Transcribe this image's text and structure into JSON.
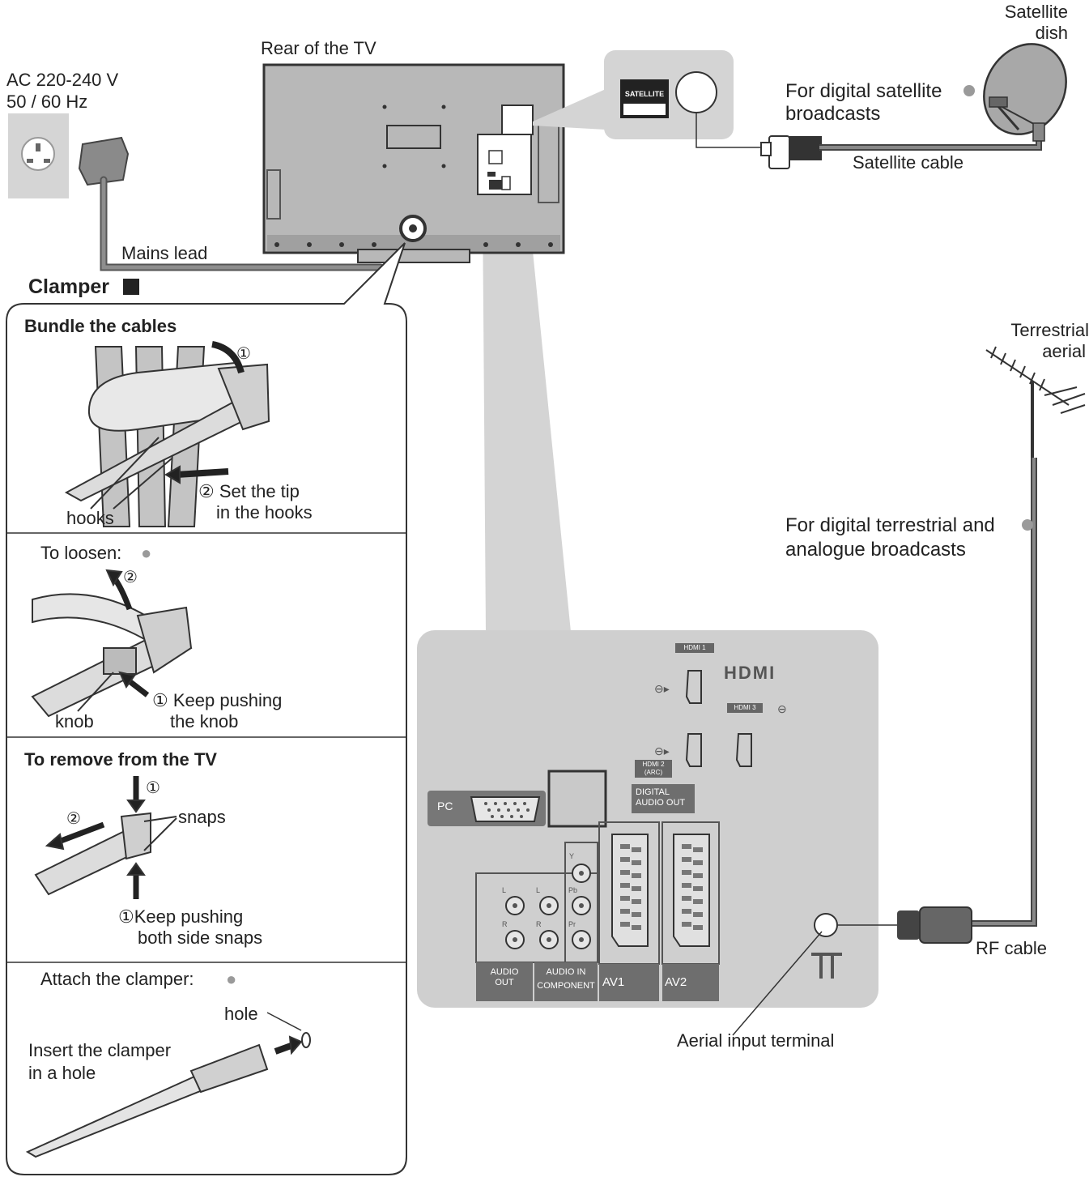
{
  "labels": {
    "rear_of_tv": "Rear of the TV",
    "ac_voltage": "AC 220-240 V",
    "ac_freq": "50 / 60 Hz",
    "mains_lead": "Mains lead",
    "clamper": "Clamper",
    "satellite_dish_1": "Satellite",
    "satellite_dish_2": "dish",
    "for_digital_satellite_1": "For digital satellite",
    "for_digital_satellite_2": "broadcasts",
    "satellite_cable": "Satellite cable",
    "terrestrial_aerial_1": "Terrestrial",
    "terrestrial_aerial_2": "aerial",
    "digital_terrestrial_1": "For digital terrestrial and",
    "digital_terrestrial_2": "analogue broadcasts",
    "rf_cable": "RF cable",
    "aerial_input_terminal": "Aerial input terminal",
    "satellite_badge": "SATELLITE"
  },
  "clamper_panel": {
    "bundle": {
      "title": "Bundle the cables",
      "step1": "①",
      "step2_a": "② Set the tip",
      "step2_b": "in the hooks",
      "hooks": "hooks"
    },
    "loosen": {
      "title": "To loosen:",
      "step2": "②",
      "step1_a": "① Keep pushing",
      "step1_b": "the knob",
      "knob": "knob"
    },
    "remove": {
      "title": "To remove from the TV",
      "step1": "①",
      "step2": "②",
      "snaps": "snaps",
      "push_a": "①Keep pushing",
      "push_b": "both side snaps"
    },
    "attach": {
      "title": "Attach the clamper:",
      "hole": "hole",
      "insert_a": "Insert the clamper",
      "insert_b": "in a hole"
    }
  },
  "panel": {
    "hdmi1": "HDMI 1",
    "hdmi_logo": "HDMI",
    "hdmi3": "HDMI 3",
    "hdmi2_a": "HDMI 2",
    "hdmi2_b": "(ARC)",
    "pc": "PC",
    "digital_audio_a": "DIGITAL",
    "digital_audio_b": "AUDIO OUT",
    "audio_out_a": "AUDIO",
    "audio_out_b": "OUT",
    "audio_in": "AUDIO IN",
    "component": "COMPONENT",
    "av1": "AV1",
    "av2": "AV2",
    "l": "L",
    "r": "R",
    "y": "Y",
    "pb": "Pb",
    "pr": "Pr"
  },
  "colors": {
    "panel_gray": "#cfcfcf",
    "dark_gray": "#7a7a7a",
    "cable": "#6e6e6e",
    "bullet": "#9a9a9a"
  }
}
